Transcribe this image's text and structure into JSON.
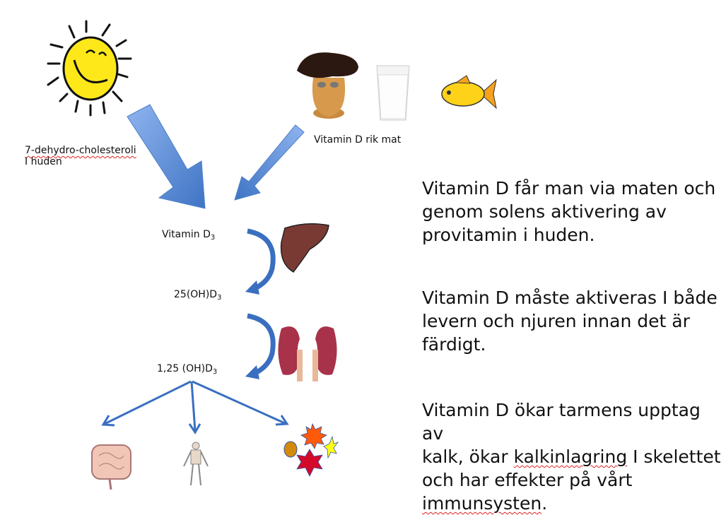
{
  "slide": {
    "sources": {
      "sun_label_line1": "7-dehydro-cholesteroli",
      "sun_label_line2": "I huden",
      "food_label": "Vitamin D rik mat",
      "food_items": [
        "mushroom",
        "milk-glass",
        "fish"
      ]
    },
    "pathway": {
      "step1": {
        "base": "Vitamin D",
        "sub": "3",
        "organ": "liver"
      },
      "step2": {
        "base": "25(OH)D",
        "sub": "3",
        "organ": "kidneys"
      },
      "step3": {
        "base": "1,25 (OH)D",
        "sub": "3"
      },
      "targets": [
        "intestine",
        "skeleton",
        "immune-system"
      ]
    },
    "text_blocks": [
      {
        "lines": [
          "Vitamin D får man via maten och",
          "genom solens aktivering av",
          "provitamin i huden."
        ]
      },
      {
        "lines": [
          "Vitamin D måste aktiveras I både",
          "levern och njuren innan det är",
          "färdigt."
        ]
      },
      {
        "line1": "Vitamin D ökar tarmens upptag av",
        "line2_pre": "kalk, ökar ",
        "line2_spell": "kalkinlagring",
        "line2_post": " I skelettet",
        "line3": "och har effekter på vårt",
        "line4_spell": "immunsysten",
        "line4_post": "."
      }
    ],
    "colors": {
      "arrow_blue": "#4a7fc8",
      "arrow_light": "#8fb4ef",
      "sun_yellow": "#ffe81a",
      "liver": "#7a3a34",
      "kidney": "#a8324a"
    }
  }
}
